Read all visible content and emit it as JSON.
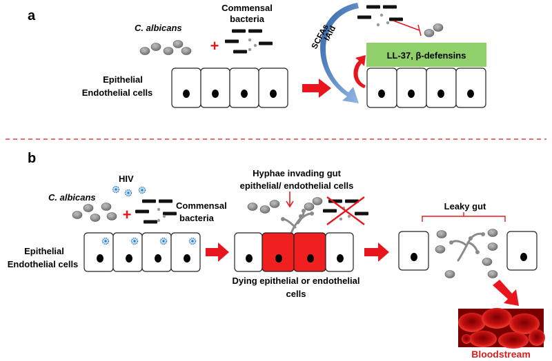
{
  "panel_a": {
    "label": "a",
    "species_label": "C. albicans",
    "bacteria_label_line1": "Commensal",
    "bacteria_label_line2": "bacteria",
    "plus_sign": "+",
    "cells_label_line1": "Epithelial",
    "cells_label_line2": "Endothelial cells",
    "metabolite_label_1": "SCFAs",
    "metabolite_label_2": "IAld",
    "peptides_box_label": "LL-37, β-defensins"
  },
  "panel_b": {
    "label": "b",
    "virus_label": "HIV",
    "species_label": "C. albicans",
    "plus_sign": "+",
    "bacteria_label_line1": "Commensal",
    "bacteria_label_line2": "bacteria",
    "cells_label_line1": "Epithelial",
    "cells_label_line2": "Endothelial cells",
    "hyphae_label_line1": "Hyphae invading gut",
    "hyphae_label_line2": "epithelial/ endothelial cells",
    "dying_label_line1": "Dying epithelial or endothelial",
    "dying_label_line2": "cells",
    "leaky_gut_label": "Leaky gut",
    "bloodstream_label": "Bloodstream"
  },
  "colors": {
    "arrow_red": "#e8161c",
    "dying_cell_red": "#f02020",
    "peptide_box_green": "#8fd06a",
    "curved_arrow_blue": "#5b8fc7",
    "label_red": "#d81e1e",
    "hiv_blue": "#4a90c8",
    "divider_red": "#e83a3a"
  },
  "icons": [
    "yeast-cell-icon",
    "bacteria-rod-icon",
    "hiv-virion-icon",
    "cell-nucleus-icon",
    "blood-cells-icon"
  ]
}
